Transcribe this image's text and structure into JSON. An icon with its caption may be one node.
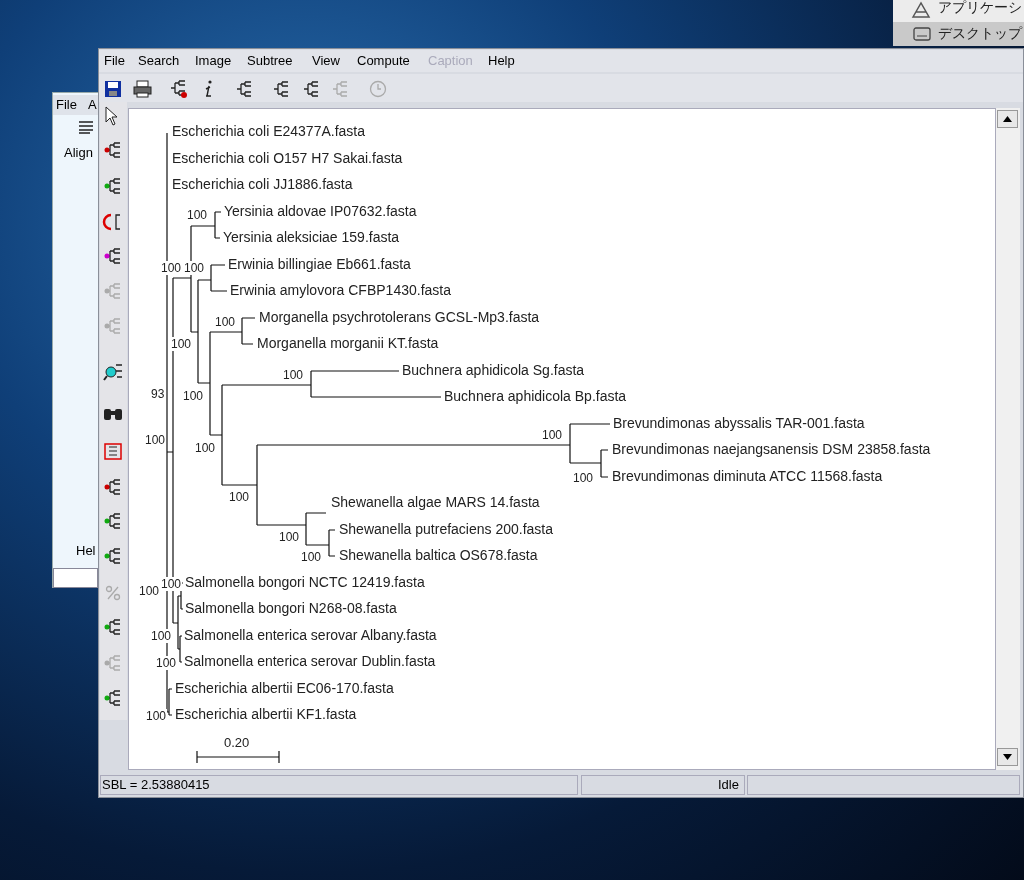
{
  "diagram": {
    "labels": [
      "アプリケーシ",
      "デスクトップ",
      "File",
      "Search",
      "Image",
      "Subtree",
      "View",
      "Compute",
      "Caption",
      "Help",
      "File",
      "A",
      "Align",
      "Escherichia coli E24377A.fasta",
      "Escherichia coli O157 H7 Sakai.fasta",
      "Escherichia coli JJ1886.fasta",
      "100",
      "Yersinia aldovae IP07632.fasta",
      "Yersinia aleksiciae 159.fasta",
      "100",
      "100",
      "Erwinia billingiae Eb661.fasta",
      "Erwinia amylovora CFBP1430.fasta",
      "100",
      "Morganella psychrotolerans GCSL-Mp3.fasta",
      "100",
      "Morganella morganii KT.fasta",
      "100",
      "Buchnera aphidicola Sg.fasta",
      "93",
      "100",
      "Buchnera aphidicola Bp.fasta",
      "Brevundimonas abyssalis TAR-001.fasta",
      "100",
      "100",
      "100",
      "Brevundimonas naejangsanensis DSM 23858.fasta",
      "Brevundimonas diminuta ATCC 11568.fasta",
      "100",
      "100",
      "Shewanella algae MARS 14.fasta",
      "Shewanella putrefaciens 200.fasta",
      "100",
      "Hel",
      "Shewanella baltica OS678.fasta",
      "100",
      "Salmonella bongori NCTC 12419.fasta",
      "100",
      "100",
      "Salmonella bongori N268-08.fasta",
      "100",
      "Salmonella enterica serovar Albany.fasta",
      "Salmonella enterica serovar Dublin.fasta",
      "100",
      "Escherichia albertii EC06-170.fasta",
      "Escherichia albertii KF1.fasta",
      "100",
      "0.20",
      "SBL = 2.53880415",
      "Idle"
    ]
  }
}
